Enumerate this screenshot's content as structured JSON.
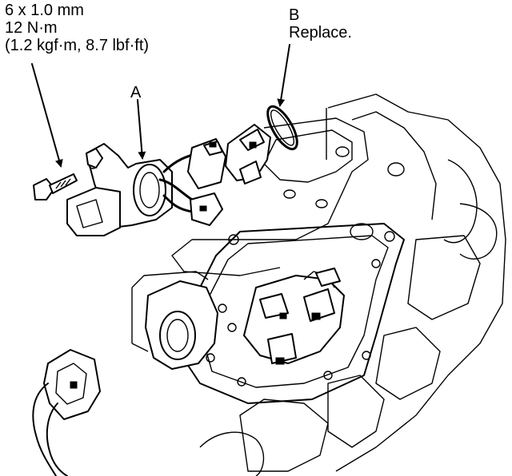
{
  "torque_spec": {
    "bolt_size": "6 x 1.0 mm",
    "torque_nm": "12 N·m",
    "torque_alt": "(1.2 kgf·m, 8.7 lbf·ft)"
  },
  "callouts": {
    "a": {
      "letter": "A"
    },
    "b": {
      "letter": "B",
      "note": "Replace."
    }
  }
}
